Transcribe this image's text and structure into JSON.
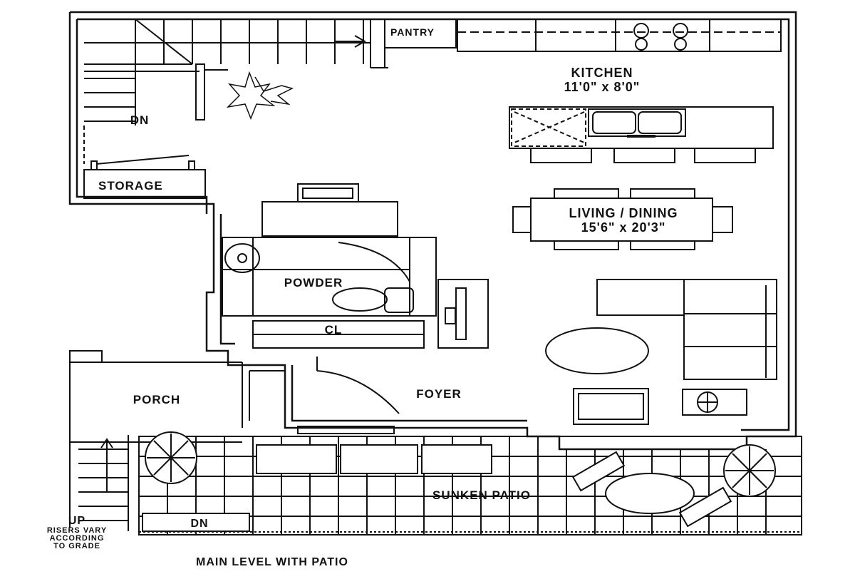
{
  "title": "MAIN LEVEL WITH PATIO",
  "rooms": {
    "pantry": "PANTRY",
    "kitchen": {
      "name": "KITCHEN",
      "dims": "11'0\" x 8'0\""
    },
    "living_dining": {
      "name": "LIVING / DINING",
      "dims": "15'6\" x 20'3\""
    },
    "storage": "STORAGE",
    "powder": "POWDER",
    "closet": "CL",
    "foyer": "FOYER",
    "porch": "PORCH",
    "sunken_patio": "SUNKEN PATIO"
  },
  "stairs": {
    "down_main": "DN",
    "up_porch": "UP",
    "risers_note": [
      "RISERS VARY",
      "ACCORDING",
      "TO GRADE"
    ],
    "down_patio": "DN"
  },
  "colors": {
    "ink": "#111111",
    "paper": "#ffffff"
  }
}
